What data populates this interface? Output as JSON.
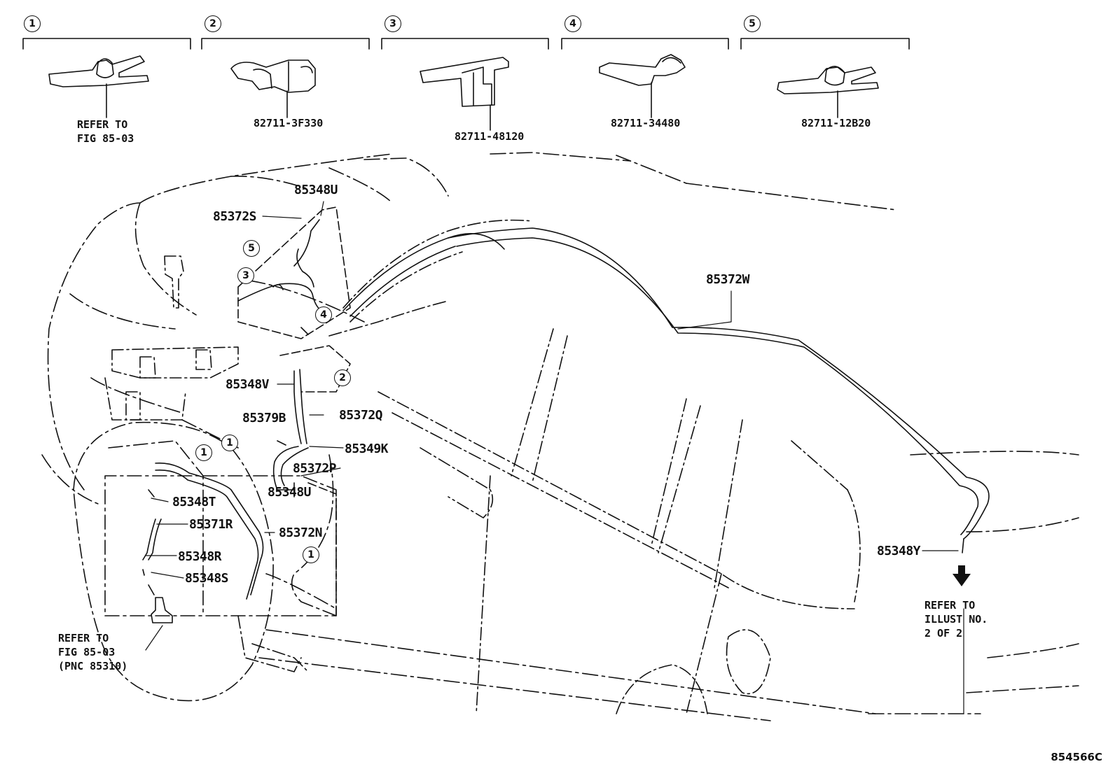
{
  "diagram_id": "854566C",
  "callouts": [
    {
      "number": "1",
      "part": "REFER TO\nFIG 85-03"
    },
    {
      "number": "2",
      "part": "82711-3F330"
    },
    {
      "number": "3",
      "part": "82711-48120"
    },
    {
      "number": "4",
      "part": "82711-34480"
    },
    {
      "number": "5",
      "part": "82711-12B20"
    }
  ],
  "part_labels": {
    "p85348U_top": "85348U",
    "p85372S": "85372S",
    "p85372W": "85372W",
    "p85348V": "85348V",
    "p85372Q": "85372Q",
    "p85379B": "85379B",
    "p85349K": "85349K",
    "p85372P": "85372P",
    "p85348U_mid": "85348U",
    "p85348T": "85348T",
    "p85371R": "85371R",
    "p85372N": "85372N",
    "p85348R": "85348R",
    "p85348S": "85348S",
    "p85348Y": "85348Y"
  },
  "references": {
    "pump_ref": "REFER TO\nFIG 85-03\n(PNC 85310)",
    "illust_ref": "REFER TO\nILLUST NO.\n2 OF 2"
  },
  "circle_markers": {
    "m5": "5",
    "m3": "3",
    "m4": "4",
    "m2": "2",
    "m1a": "1",
    "m1b": "1",
    "m1c": "1"
  }
}
